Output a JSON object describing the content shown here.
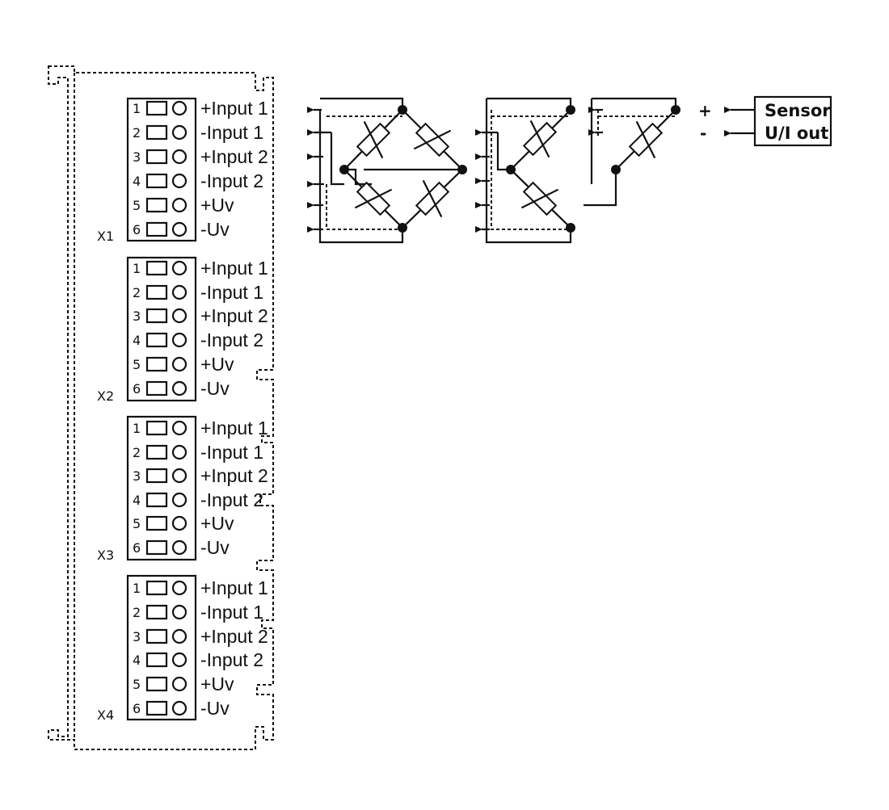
{
  "terminal_blocks": [
    {
      "name": "X1",
      "pins": [
        {
          "num": "1",
          "label": "+Input 1"
        },
        {
          "num": "2",
          "label": "-Input 1"
        },
        {
          "num": "3",
          "label": "+Input 2"
        },
        {
          "num": "4",
          "label": "-Input 2"
        },
        {
          "num": "5",
          "label": "+Uv"
        },
        {
          "num": "6",
          "label": "-Uv"
        }
      ]
    },
    {
      "name": "X2",
      "pins": [
        {
          "num": "1",
          "label": "+Input 1"
        },
        {
          "num": "2",
          "label": "-Input 1"
        },
        {
          "num": "3",
          "label": "+Input 2"
        },
        {
          "num": "4",
          "label": "-Input 2"
        },
        {
          "num": "5",
          "label": "+Uv"
        },
        {
          "num": "6",
          "label": "-Uv"
        }
      ]
    },
    {
      "name": "X3",
      "pins": [
        {
          "num": "1",
          "label": "+Input 1"
        },
        {
          "num": "2",
          "label": "-Input 1"
        },
        {
          "num": "3",
          "label": "+Input 2"
        },
        {
          "num": "4",
          "label": "-Input 2"
        },
        {
          "num": "5",
          "label": "+Uv"
        },
        {
          "num": "6",
          "label": "-Uv"
        }
      ]
    },
    {
      "name": "X4",
      "pins": [
        {
          "num": "1",
          "label": "+Input 1"
        },
        {
          "num": "2",
          "label": "-Input 1"
        },
        {
          "num": "3",
          "label": "+Input 2"
        },
        {
          "num": "4",
          "label": "-Input 2"
        },
        {
          "num": "5",
          "label": "+Uv"
        },
        {
          "num": "6",
          "label": "-Uv"
        }
      ]
    }
  ],
  "sensor": {
    "line1": "Sensor",
    "line2": "U/I out",
    "plus": "+",
    "minus": "-"
  }
}
